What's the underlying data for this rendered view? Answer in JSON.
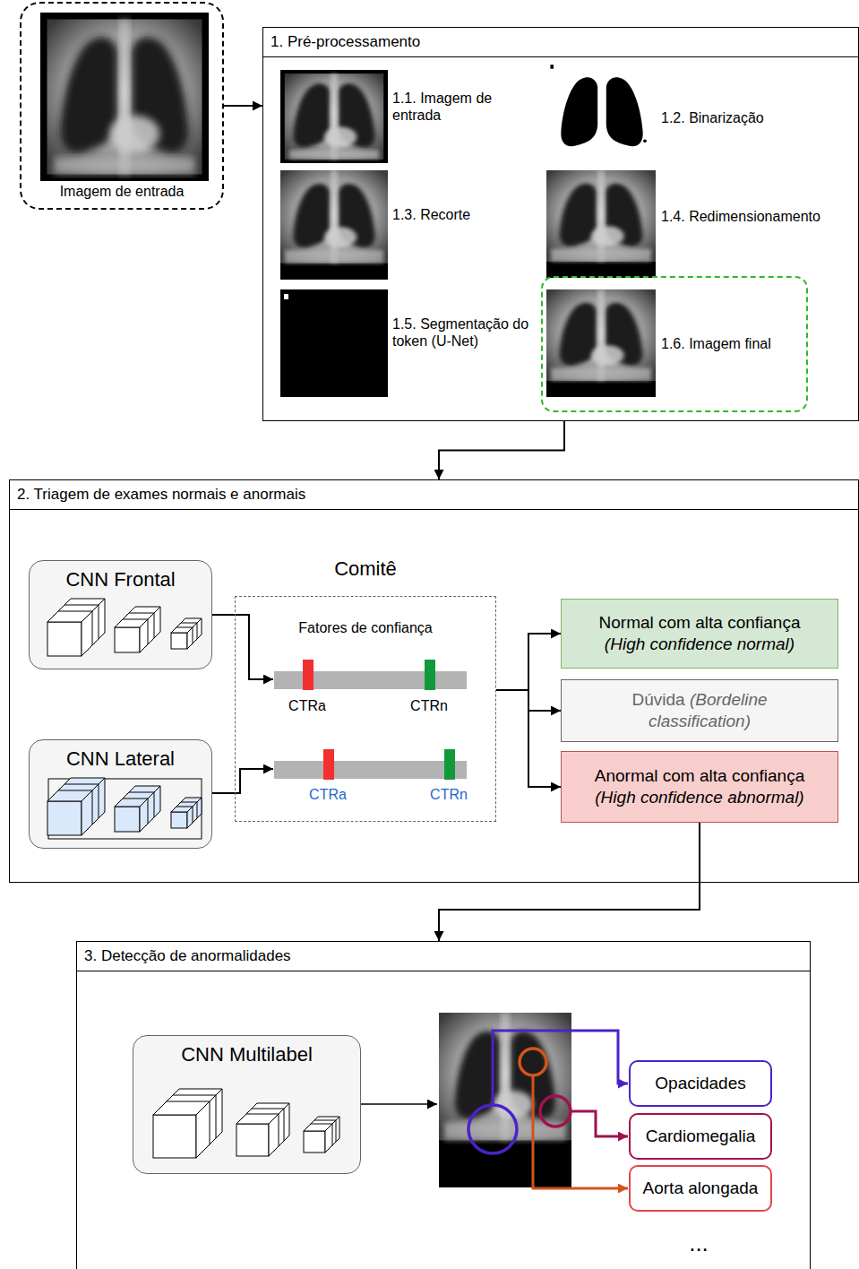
{
  "diagram": {
    "nodes": [
      {
        "text": [
          "Imagem de entrada"
        ]
      },
      {
        "text": [
          "1. Pré-processamento"
        ]
      },
      {
        "text": [
          "1.6. Imagem final"
        ],
        "in": 1
      },
      {
        "text": [
          "2. Triagem de exames normais e anormais"
        ]
      },
      {
        "text": [
          "CNN Frontal"
        ],
        "in": 3
      },
      {
        "text": [
          "CNN Lateral"
        ],
        "in": 3
      },
      {
        "text": [
          "Comitê",
          "Fatores de confiança"
        ],
        "in": 3
      },
      {
        "text": [
          "Normal com alta confiança",
          "(High confidence normal)"
        ],
        "in": 3
      },
      {
        "text": [
          "Dúvida",
          "(Bordeline classification)"
        ],
        "in": 3
      },
      {
        "text": [
          "Anormal com alta confiança",
          "(High confidence abnormal)"
        ],
        "in": 3
      },
      {
        "text": [
          "3. Detecção de anormalidades"
        ]
      },
      {
        "text": [
          "CNN Multilabel"
        ],
        "in": 10
      },
      {
        "text": [
          "Opacidades"
        ],
        "in": 10
      },
      {
        "text": [
          "Cardiomegalia"
        ],
        "in": 10
      },
      {
        "text": [
          "Aorta alongada"
        ],
        "in": 10
      }
    ],
    "edges": [
      {
        "from": 0,
        "to": 1,
        "arrow": "to"
      },
      {
        "from": 1,
        "to": 3,
        "arrow": "to"
      },
      {
        "from": 4,
        "to": 6,
        "arrow": "to"
      },
      {
        "from": 5,
        "to": 6,
        "arrow": "to"
      },
      {
        "from": 6,
        "to": 7,
        "arrow": "to"
      },
      {
        "from": 6,
        "to": 8,
        "arrow": "to"
      },
      {
        "from": 6,
        "to": 9,
        "arrow": "to"
      },
      {
        "from": 9,
        "to": 10,
        "arrow": "to"
      }
    ],
    "labels": [
      "1.1. Imagem de entrada",
      "1.2. Binarização",
      "1.3. Recorte",
      "1.4. Redimensionamento",
      "1.5. Segmentação do token (U-Net)",
      "CTRa",
      "CTRn",
      "CTRa",
      "CTRn",
      "..."
    ]
  }
}
